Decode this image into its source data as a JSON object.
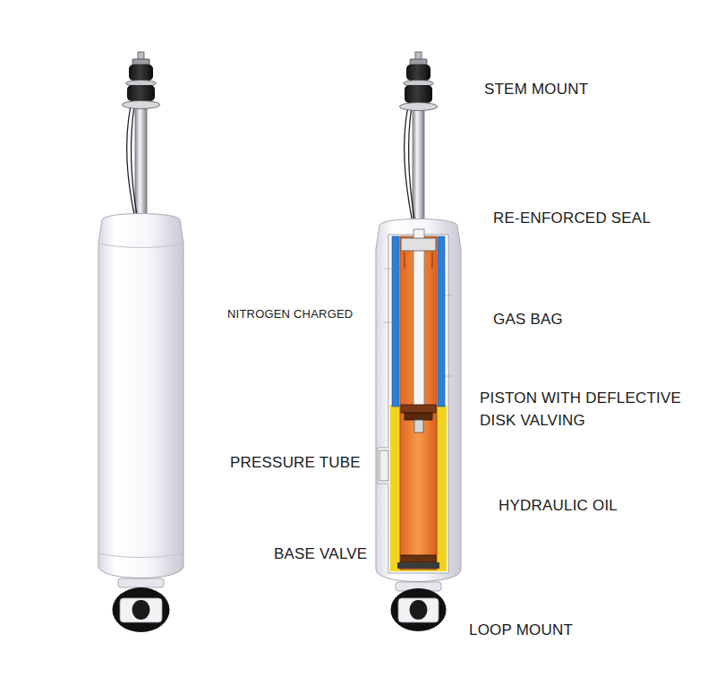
{
  "diagram": {
    "labels": [
      "STEM MOUNT",
      "RE-ENFORCED SEAL",
      "NITROGEN CHARGED",
      "GAS BAG",
      "PISTON WITH DEFLECTIVE DISK VALVING",
      "PRESSURE TUBE",
      "HYDRAULIC OIL",
      "BASE VALVE",
      "LOOP MOUNT"
    ]
  }
}
